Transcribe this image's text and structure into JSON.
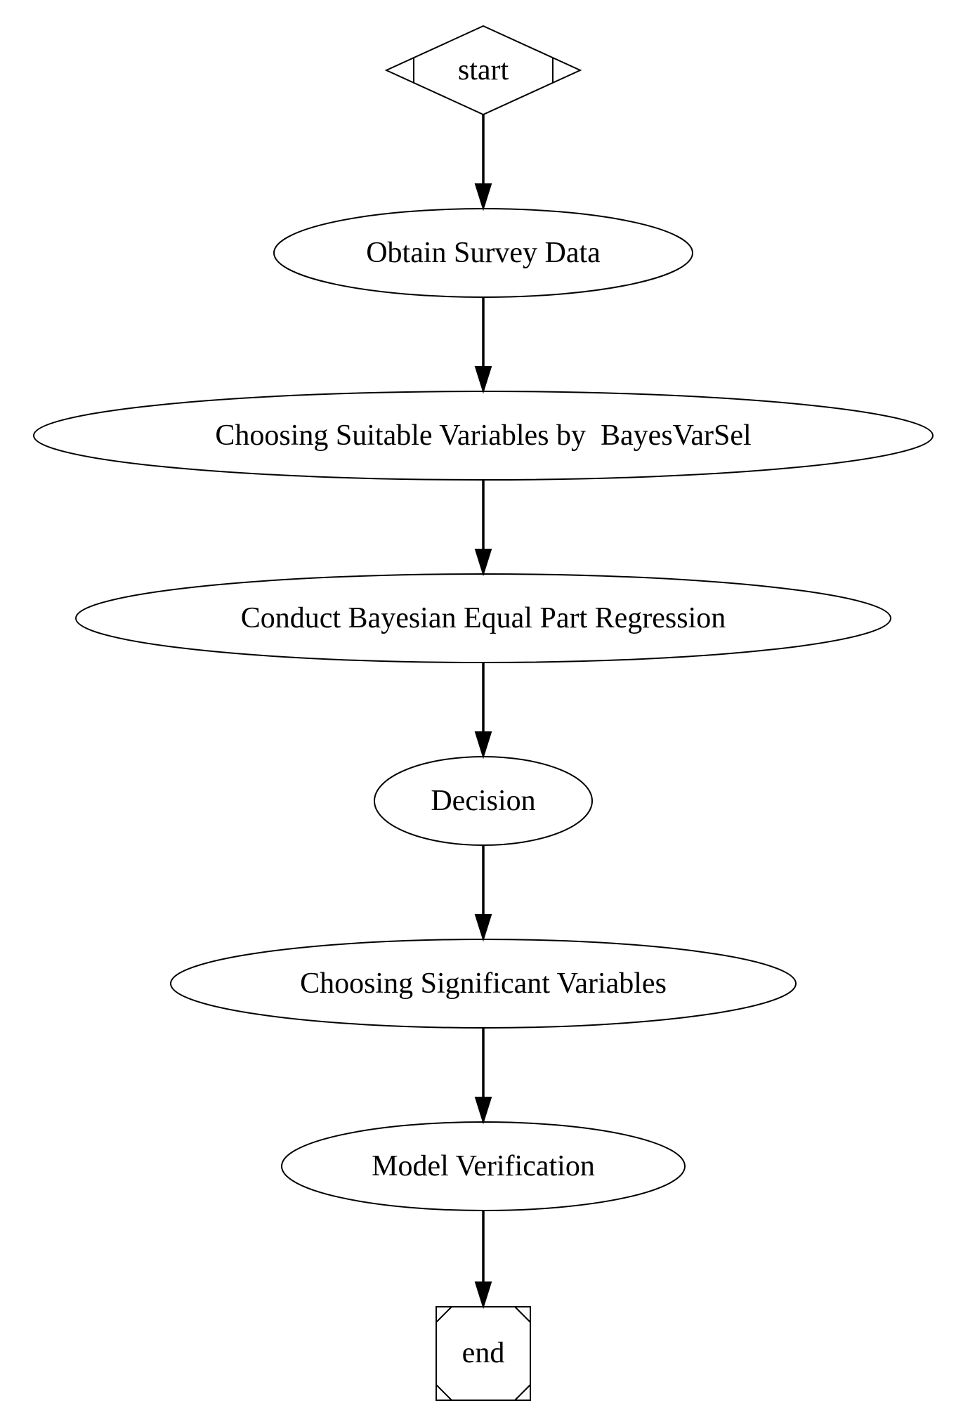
{
  "diagram": {
    "type": "flowchart",
    "direction": "top-to-bottom",
    "nodes": [
      {
        "id": "start",
        "label": "start",
        "shape": "Mdiamond"
      },
      {
        "id": "obtain",
        "label": "Obtain Survey Data",
        "shape": "ellipse"
      },
      {
        "id": "choose-suitable",
        "label": "Choosing Suitable Variables by  BayesVarSel",
        "shape": "ellipse"
      },
      {
        "id": "conduct",
        "label": "Conduct Bayesian Equal Part Regression",
        "shape": "ellipse"
      },
      {
        "id": "decision",
        "label": "Decision",
        "shape": "ellipse"
      },
      {
        "id": "choose-significant",
        "label": "Choosing Significant Variables",
        "shape": "ellipse"
      },
      {
        "id": "verification",
        "label": "Model Verification",
        "shape": "ellipse"
      },
      {
        "id": "end",
        "label": "end",
        "shape": "Msquare"
      }
    ],
    "edges": [
      {
        "from": "start",
        "to": "obtain"
      },
      {
        "from": "obtain",
        "to": "choose-suitable"
      },
      {
        "from": "choose-suitable",
        "to": "conduct"
      },
      {
        "from": "conduct",
        "to": "decision"
      },
      {
        "from": "decision",
        "to": "choose-significant"
      },
      {
        "from": "choose-significant",
        "to": "verification"
      },
      {
        "from": "verification",
        "to": "end"
      }
    ]
  }
}
